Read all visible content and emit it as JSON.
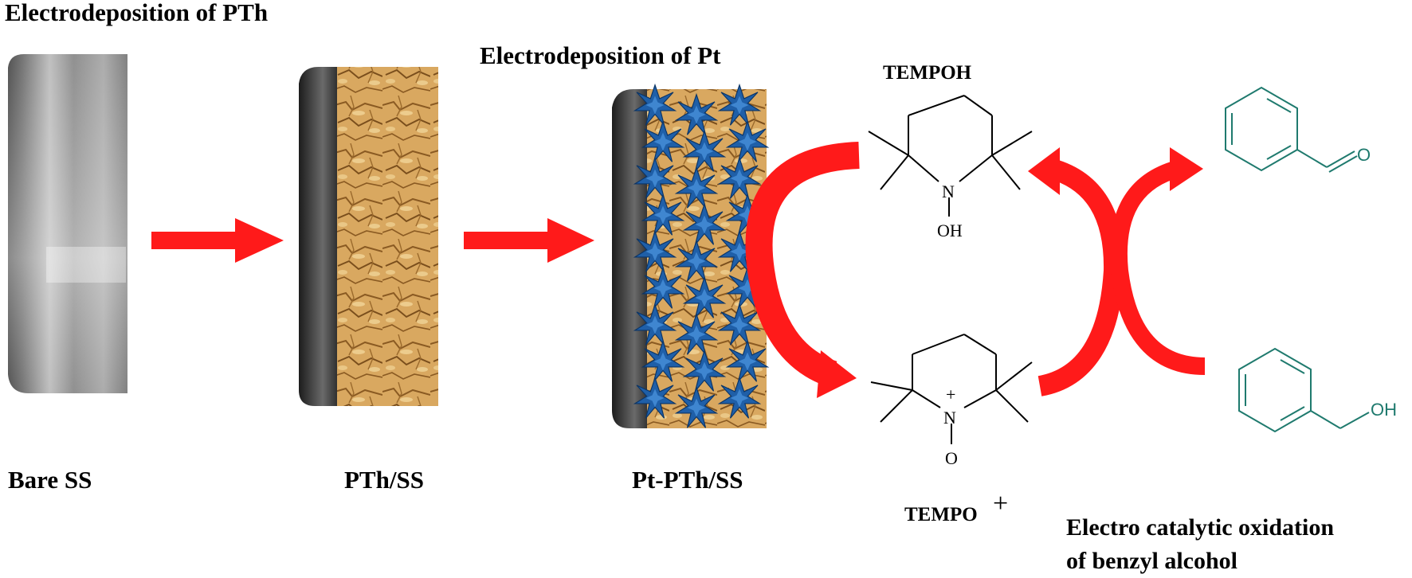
{
  "steps": {
    "electrodeposition_pth": "Electrodeposition of PTh",
    "electrodeposition_pt": "Electrodeposition of Pt"
  },
  "electrodes": [
    {
      "label": "Bare SS"
    },
    {
      "label": "PTh/SS"
    },
    {
      "label": "Pt-PTh/SS"
    }
  ],
  "molecules": {
    "tempoh": {
      "label": "TEMPOH",
      "n_atom": "N",
      "oh_group": "OH"
    },
    "tempo_plus": {
      "label": "TEMPO",
      "charge": "+",
      "n_atom": "N",
      "n_charge": "+",
      "o_atom": "O"
    },
    "benzaldehyde": {
      "o_atom": "O"
    },
    "benzyl_alcohol": {
      "oh_group": "OH"
    }
  },
  "caption": {
    "line1": "Electro catalytic oxidation",
    "line2": "of benzyl alcohol"
  },
  "colors": {
    "arrow": "#ff1a1a",
    "platinum_star": "#1f5fa8",
    "polythiophene": "#d9a860",
    "steel": "#9a9a9a",
    "product_structure": "#1f7a6e"
  }
}
